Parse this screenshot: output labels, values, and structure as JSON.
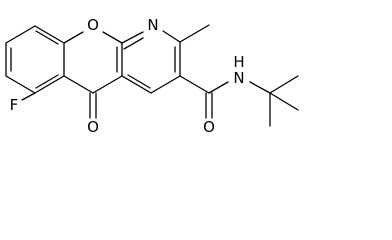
{
  "molecule": {
    "atoms": {
      "oxygen_ring": "O",
      "nitrogen_ring": "N",
      "fluorine": "F",
      "oxygen_ketone": "O",
      "oxygen_amide": "O",
      "amide_nh": "N"
    },
    "amide_hydrogen": "H",
    "colors": {
      "line": "#000000",
      "background": "#ffffff"
    }
  }
}
